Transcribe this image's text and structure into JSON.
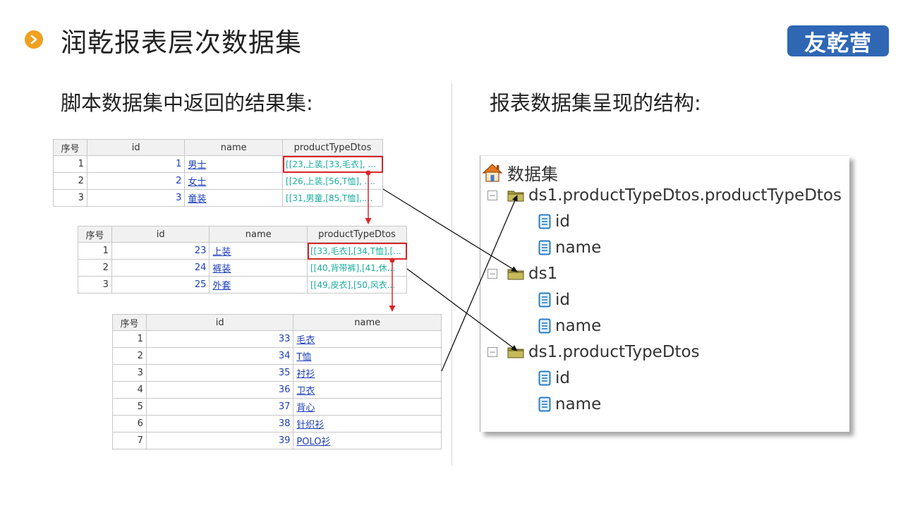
{
  "header": {
    "title": "润乾报表层次数据集",
    "logo": "友乾营"
  },
  "sections": {
    "left": "脚本数据集中返回的结果集:",
    "right": "报表数据集呈现的结构:"
  },
  "table1": {
    "headers": [
      "序号",
      "id",
      "name",
      "productTypeDtos"
    ],
    "rows": [
      {
        "seq": "1",
        "id": "1",
        "name": "男士",
        "dtos": "[[23,上装,[33,毛衣], ..."
      },
      {
        "seq": "2",
        "id": "2",
        "name": "女士",
        "dtos": "[[26,上装,[56,T恤], ...."
      },
      {
        "seq": "3",
        "id": "3",
        "name": "童装",
        "dtos": "[[31,男童,[85,T恤],...."
      }
    ]
  },
  "table2": {
    "headers": [
      "序号",
      "id",
      "name",
      "productTypeDtos"
    ],
    "rows": [
      {
        "seq": "1",
        "id": "23",
        "name": "上装",
        "dtos": "[[33,毛衣],[34,T恤],[..."
      },
      {
        "seq": "2",
        "id": "24",
        "name": "裤装",
        "dtos": "[[40,背带裤],[41,休..."
      },
      {
        "seq": "3",
        "id": "25",
        "name": "外套",
        "dtos": "[[49,皮衣],[50,风衣..."
      }
    ]
  },
  "table3": {
    "headers": [
      "序号",
      "id",
      "name"
    ],
    "rows": [
      {
        "seq": "1",
        "id": "33",
        "name": "毛衣"
      },
      {
        "seq": "2",
        "id": "34",
        "name": "T恤"
      },
      {
        "seq": "3",
        "id": "35",
        "name": "衬衫"
      },
      {
        "seq": "4",
        "id": "36",
        "name": "卫衣"
      },
      {
        "seq": "5",
        "id": "37",
        "name": "背心"
      },
      {
        "seq": "6",
        "id": "38",
        "name": "针织衫"
      },
      {
        "seq": "7",
        "id": "39",
        "name": "POLO衫"
      }
    ]
  },
  "tree": {
    "root": "数据集",
    "nodes": [
      {
        "label": "ds1.productTypeDtos.productTypeDtos",
        "fields": [
          "id",
          "name"
        ]
      },
      {
        "label": "ds1",
        "fields": [
          "id",
          "name"
        ]
      },
      {
        "label": "ds1.productTypeDtos",
        "fields": [
          "id",
          "name"
        ]
      }
    ]
  },
  "icons": {
    "bullet": "chevron-right-icon",
    "home": "home-icon",
    "folder": "folder-icon",
    "field": "field-icon",
    "collapse": "collapse-icon"
  },
  "colors": {
    "accent": "#f0a020",
    "logo": "#2f67b4",
    "highlight": "#d8262a",
    "link": "#1d3fb8",
    "teal": "#1aaea0"
  }
}
